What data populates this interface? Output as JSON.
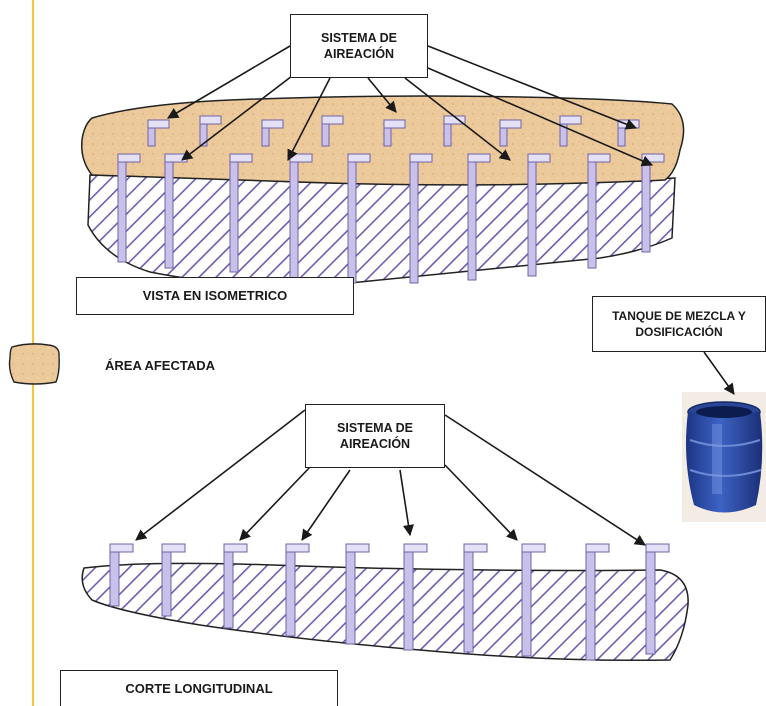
{
  "labels": {
    "aeration_top": [
      "SISTEMA DE",
      "AIREACIÓN"
    ],
    "aeration_bottom": [
      "SISTEMA DE",
      "AIREACIÓN"
    ],
    "isometric_view": "VISTA EN ISOMETRICO",
    "tank": [
      "TANQUE DE MEZCLA Y",
      "DOSIFICACIÓN"
    ],
    "affected_area_legend": "ÁREA AFECTADA",
    "longitudinal_section": "CORTE LONGITUDINAL"
  },
  "colors": {
    "margin_line": "#f2c640",
    "affected_area": "#e9c89a",
    "hatch": "#6a5fae",
    "pipe": "#c9c1ea",
    "pipe_edge": "#6e64a8",
    "tank": "#2d4fa8",
    "outline": "#222222"
  },
  "icons": {
    "affected_area_swatch": "sandy-area-icon",
    "tank_picture": "blue-barrel-icon"
  }
}
